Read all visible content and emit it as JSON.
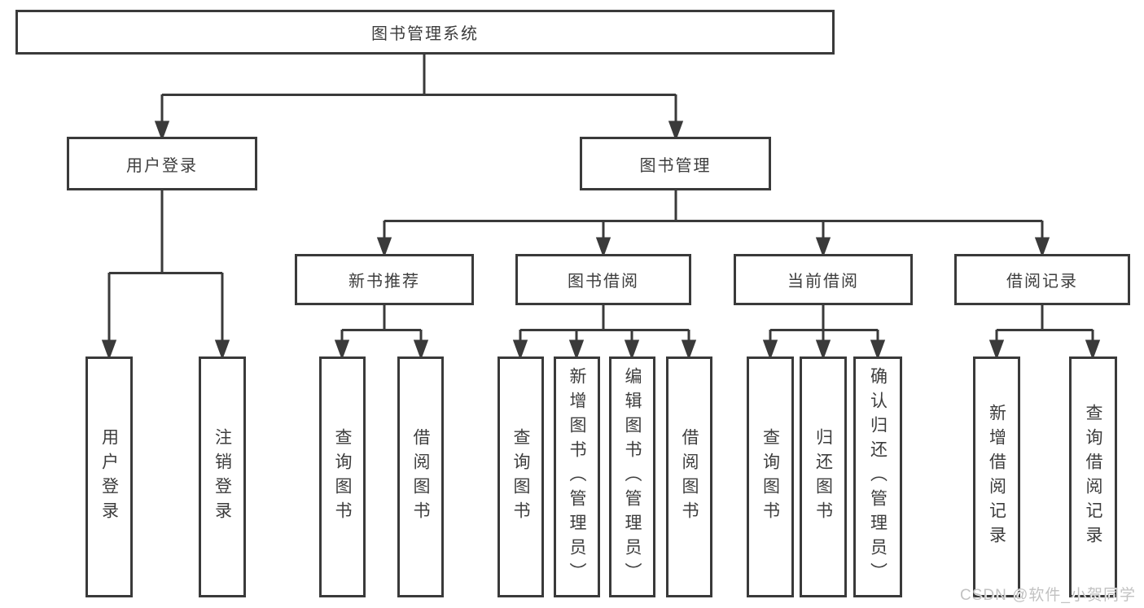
{
  "diagram": {
    "root": "图书管理系统",
    "level2": [
      "用户登录",
      "图书管理"
    ],
    "level3": [
      "新书推荐",
      "图书借阅",
      "当前借阅",
      "借阅记录"
    ],
    "leaves_user_login": [
      "用户登录",
      "注销登录"
    ],
    "leaves_new_books": [
      "查询图书",
      "借阅图书"
    ],
    "leaves_book_borrow": [
      "查询图书",
      "新增图书（管理员）",
      "编辑图书（管理员）",
      "借阅图书"
    ],
    "leaves_current_borrow": [
      "查询图书",
      "归还图书",
      "确认归还（管理员）"
    ],
    "leaves_borrow_records": [
      "新增借阅记录",
      "查询借阅记录"
    ]
  },
  "watermark": {
    "text": "CSDN @软件_小贺同学"
  },
  "colors": {
    "line": "#3a3a3a",
    "text": "#3d3d3d",
    "watermark": "#c2c2c2",
    "background": "#ffffff"
  }
}
